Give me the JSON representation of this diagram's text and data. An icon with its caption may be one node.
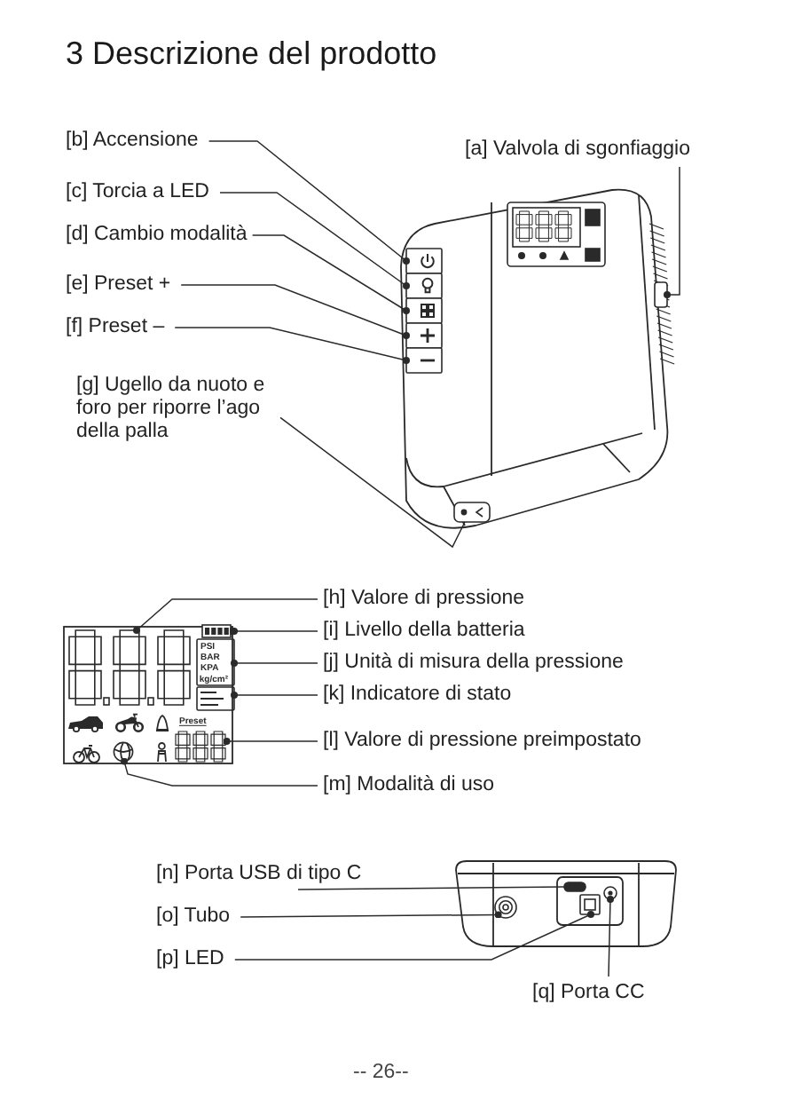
{
  "diagram": {
    "title": "3 Descrizione del prodotto",
    "nodes": [
      {
        "text": [
          "[b] Accensione"
        ]
      },
      {
        "text": [
          "[a] Valvola di sgonfiaggio"
        ]
      },
      {
        "text": [
          "[c] Torcia a LED"
        ]
      },
      {
        "text": [
          "[d] Cambio modalità"
        ]
      },
      {
        "text": [
          "[e] Preset +"
        ]
      },
      {
        "text": [
          "[f] Preset –"
        ]
      },
      {
        "text": [
          "[g] Ugello da nuoto e foro per riporre l’ago della palla"
        ]
      },
      {
        "text": [],
        "shape": "box"
      },
      {
        "text": [],
        "shape": "box"
      },
      {
        "text": [],
        "shape": "box"
      },
      {
        "text": [],
        "shape": "box"
      },
      {
        "text": [],
        "shape": "box"
      },
      {
        "text": [],
        "shape": "box"
      },
      {
        "text": [],
        "shape": "box"
      },
      {
        "text": [
          "[h] Valore di pressione"
        ]
      },
      {
        "text": [
          "[i] Livello della batteria"
        ]
      },
      {
        "text": [
          "[j] Unità di misura della pressione"
        ]
      },
      {
        "text": [
          "[k] Indicatore di stato"
        ]
      },
      {
        "text": [
          "[l] Valore di pressione preimpostato"
        ]
      },
      {
        "text": [
          "[m] Modalità di uso"
        ]
      },
      {
        "text": [],
        "shape": "picture"
      },
      {
        "text": [],
        "shape": "picture"
      },
      {
        "text": [],
        "shape": "box"
      },
      {
        "text": [],
        "shape": "box"
      },
      {
        "text": [],
        "shape": "picture"
      },
      {
        "text": [],
        "shape": "circle"
      },
      {
        "text": [
          "[n] Porta USB di tipo C"
        ]
      },
      {
        "text": [
          "[o] Tubo"
        ]
      },
      {
        "text": [
          "[p] LED"
        ]
      },
      {
        "text": [
          "[q] Porta CC"
        ]
      },
      {
        "text": [],
        "shape": "circle"
      },
      {
        "text": [],
        "shape": "box"
      },
      {
        "text": [],
        "shape": "box"
      },
      {
        "text": [],
        "shape": "circle"
      }
    ],
    "edges": [
      {
        "from": 0,
        "to": 7,
        "arrow": "other"
      },
      {
        "from": 1,
        "to": 12,
        "arrow": "other"
      },
      {
        "from": 2,
        "to": 8,
        "arrow": "other"
      },
      {
        "from": 3,
        "to": 9,
        "arrow": "other"
      },
      {
        "from": 4,
        "to": 10,
        "arrow": "other"
      },
      {
        "from": 5,
        "to": 11,
        "arrow": "other"
      },
      {
        "from": 6,
        "to": 13,
        "arrow": "none"
      },
      {
        "from": 14,
        "to": 20,
        "arrow": "other"
      },
      {
        "from": 15,
        "to": 21,
        "arrow": "other"
      },
      {
        "from": 16,
        "to": 22,
        "arrow": "other"
      },
      {
        "from": 17,
        "to": 23,
        "arrow": "other"
      },
      {
        "from": 18,
        "to": 24,
        "arrow": "other"
      },
      {
        "from": 19,
        "to": 25,
        "arrow": "other"
      },
      {
        "from": 26,
        "to": 31,
        "arrow": "none"
      },
      {
        "from": 27,
        "to": 30,
        "arrow": "other"
      },
      {
        "from": 28,
        "to": 32,
        "arrow": "other"
      },
      {
        "from": 29,
        "to": 33,
        "arrow": "other"
      }
    ],
    "labels": [
      "PSI",
      "BAR",
      "KPA",
      "kg/cm²",
      "Preset",
      "-- 26--"
    ]
  }
}
